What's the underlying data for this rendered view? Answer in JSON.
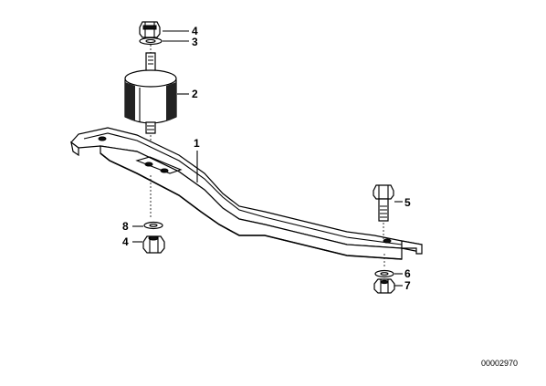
{
  "diagram": {
    "callouts": {
      "c1": "1",
      "c2": "2",
      "c3": "3",
      "c4a": "4",
      "c4b": "4",
      "c5": "5",
      "c6": "6",
      "c7": "7",
      "c8": "8"
    },
    "document_number": "00002970"
  }
}
